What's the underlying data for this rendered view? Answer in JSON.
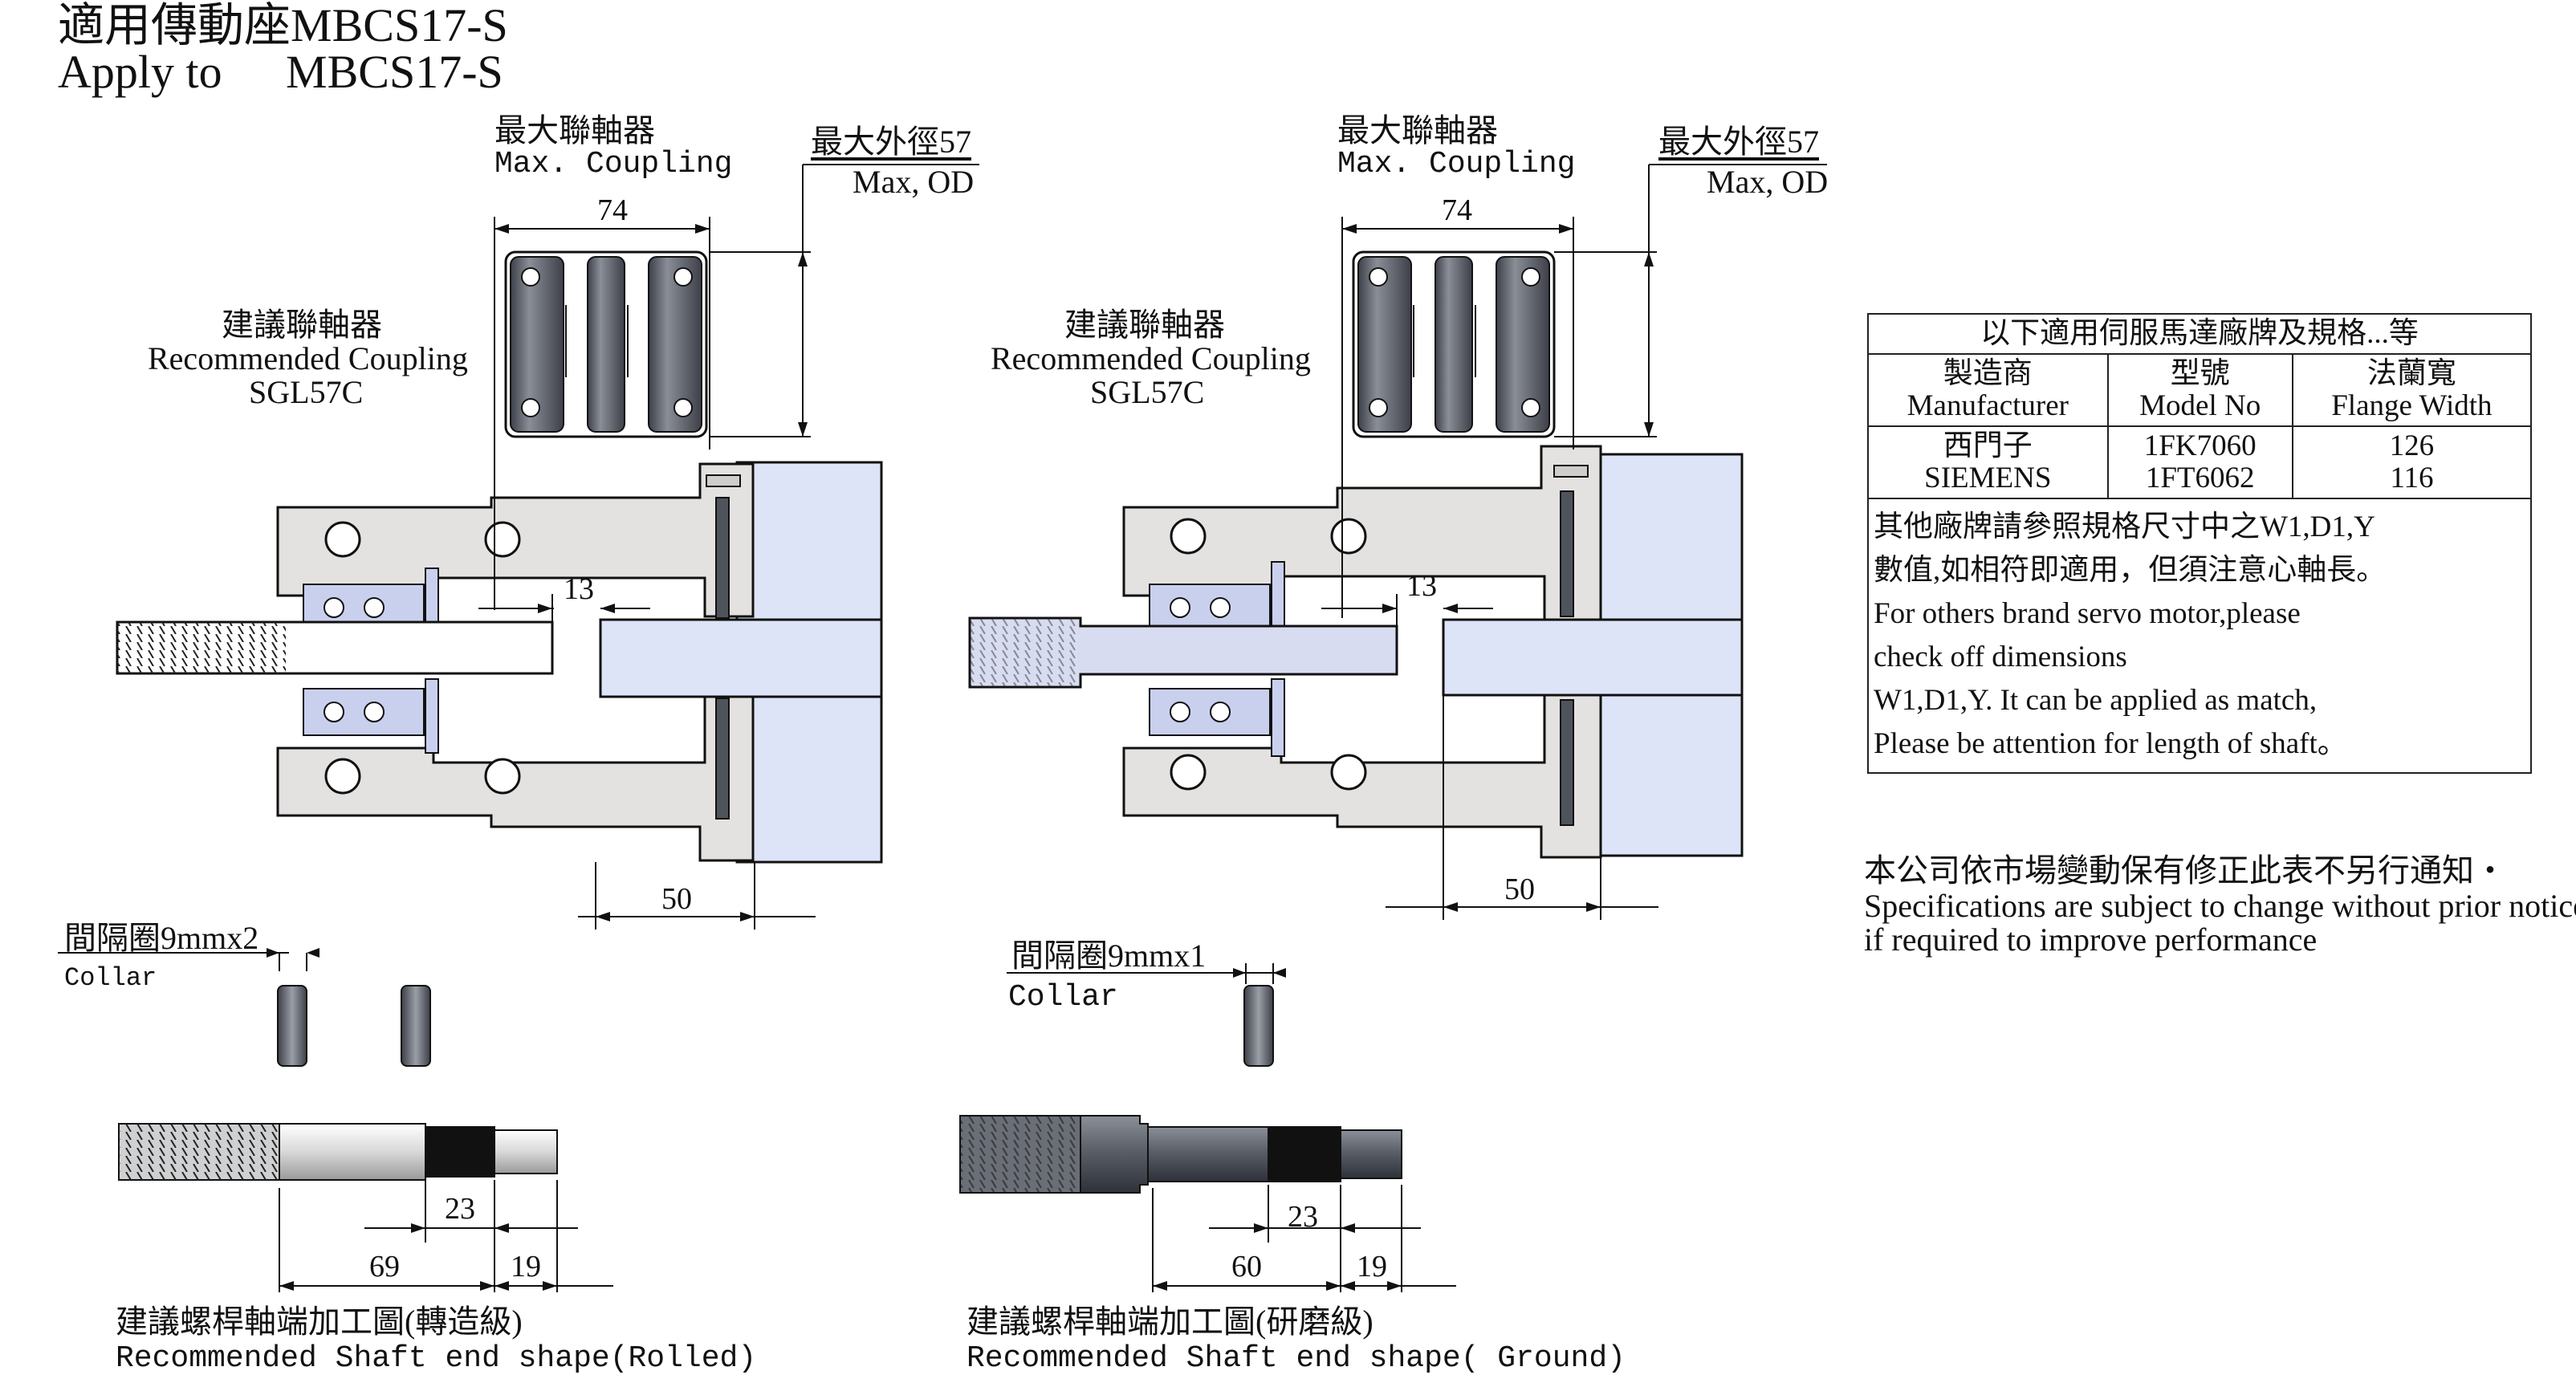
{
  "header": {
    "title_zh": "適用傳動座MBCS17-S",
    "apply_to_label": "Apply to",
    "apply_to_model": "MBCS17-S"
  },
  "left_assembly": {
    "max_coupling_zh": "最大聯軸器",
    "max_coupling_en": "Max. Coupling",
    "max_od_zh": "最大外徑57",
    "max_od_en": "Max, OD",
    "coupling_width": "74",
    "recommended_zh": "建議聯軸器",
    "recommended_en": "Recommended Coupling",
    "recommended_model": "SGL57C",
    "dim_13": "13",
    "dim_50": "50",
    "collar_zh": "間隔圈9mmx2",
    "collar_en": "Collar",
    "shaft_dim_23": "23",
    "shaft_dim_69": "69",
    "shaft_dim_19": "19",
    "shaft_caption_zh": "建議螺桿軸端加工圖(轉造級)",
    "shaft_caption_en": "Recommended Shaft end shape(Rolled)"
  },
  "right_assembly": {
    "max_coupling_zh": "最大聯軸器",
    "max_coupling_en": "Max. Coupling",
    "max_od_zh": "最大外徑57",
    "max_od_en": "Max, OD",
    "coupling_width": "74",
    "recommended_zh": "建議聯軸器",
    "recommended_en": "Recommended Coupling",
    "recommended_model": "SGL57C",
    "dim_13": "13",
    "dim_50": "50",
    "collar_zh": "間隔圈9mmx1",
    "collar_en": "Collar",
    "shaft_dim_23": "23",
    "shaft_dim_60": "60",
    "shaft_dim_19": "19",
    "shaft_caption_zh": "建議螺桿軸端加工圖(研磨級)",
    "shaft_caption_en": "Recommended Shaft end shape( Ground)"
  },
  "spec_table": {
    "title": "以下適用伺服馬達廠牌及規格...等",
    "headers": [
      {
        "zh": "製造商",
        "en": "Manufacturer"
      },
      {
        "zh": "型號",
        "en": "Model No"
      },
      {
        "zh": "法蘭寬",
        "en": "Flange Width"
      }
    ],
    "rows": [
      {
        "manufacturer": "西門子",
        "model": "1FK7060",
        "flange": "126"
      },
      {
        "manufacturer": "SIEMENS",
        "model": "1FT6062",
        "flange": "116"
      }
    ],
    "notes": [
      "其他廠牌請參照規格尺寸中之W1,D1,Y",
      "數值,如相符即適用，但須注意心軸長。",
      "For others brand servo motor,please",
      "check off dimensions",
      "W1,D1,Y. It can be applied as match,",
      "Please be attention for length of shaft。"
    ]
  },
  "disclaimer": {
    "zh": "本公司依市場變動保有修正此表不另行通知・",
    "en_line1": "Specifications are subject to change without prior notice",
    "en_line2": " if required to improve performance"
  },
  "colors": {
    "housing": "#e4e2e0",
    "motor": "#dde4f8",
    "coupling": "#5a5d66",
    "shaft_light": "#eeeeee",
    "shaft_dark": "#555a63",
    "line": "#111111"
  }
}
